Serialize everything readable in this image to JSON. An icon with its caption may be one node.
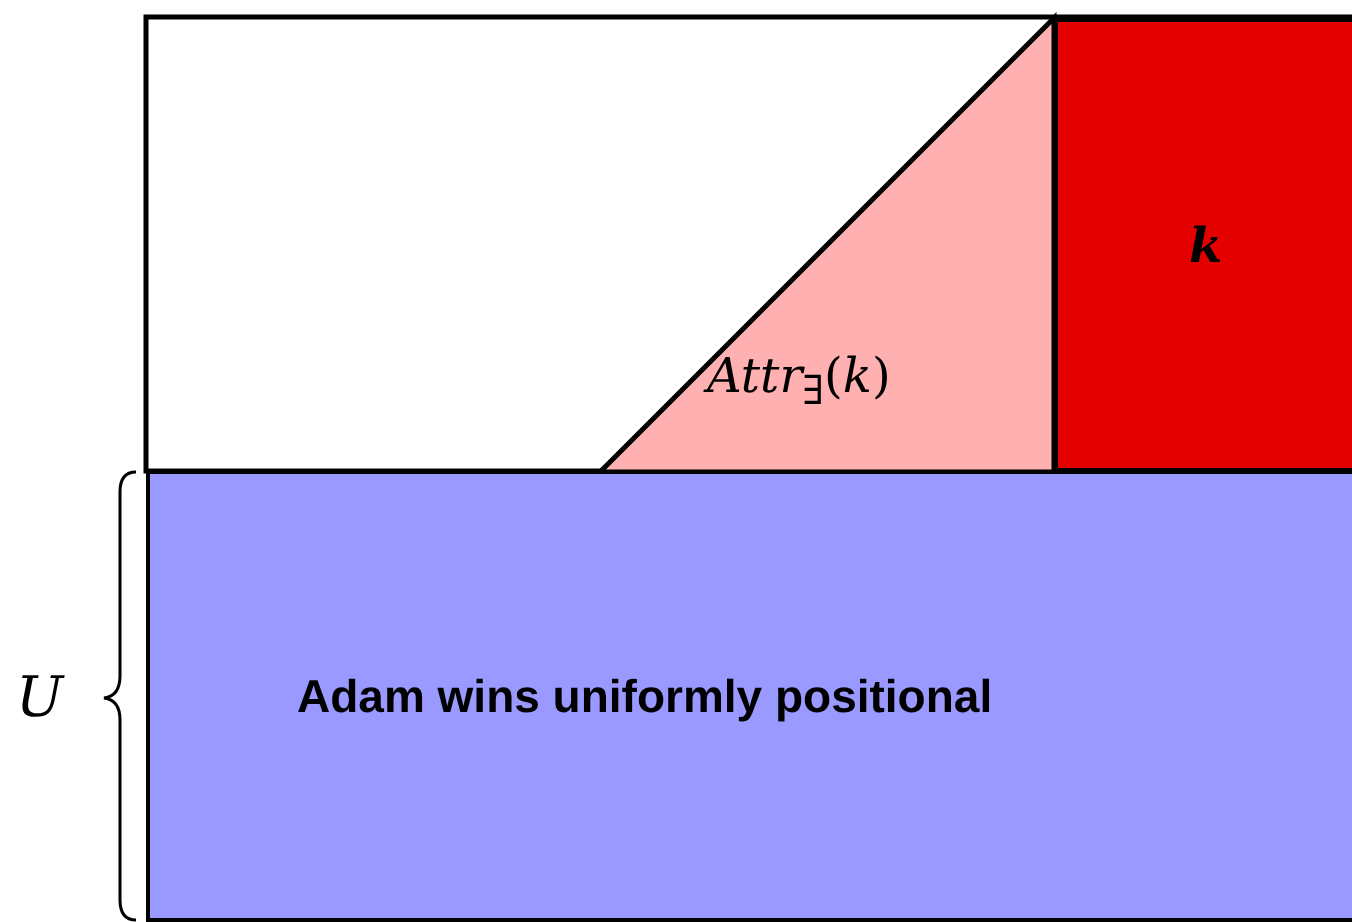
{
  "diagram": {
    "nodes": [
      {
        "text": [
          "k"
        ]
      },
      {
        "text": [
          "*Attr*$_{∃}$(*k*)"
        ]
      },
      {
        "text": [
          "Adam wins uniformly positional"
        ]
      }
    ],
    "labels": [
      "U"
    ]
  }
}
